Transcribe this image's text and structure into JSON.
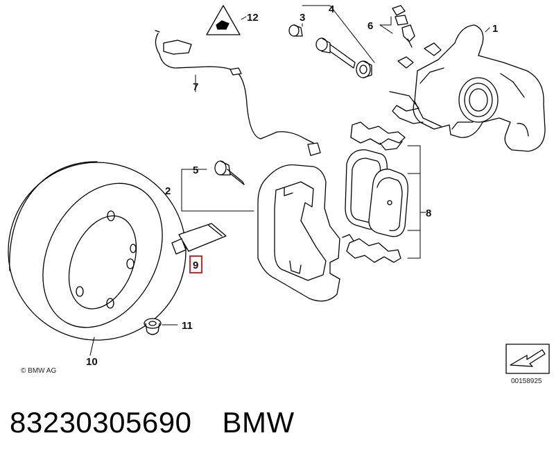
{
  "callouts": [
    "1",
    "2",
    "3",
    "4",
    "5",
    "6",
    "7",
    "8",
    "9",
    "10",
    "11",
    "12"
  ],
  "highlighted_callout": "9",
  "copyright": "© BMW AG",
  "diagram_code": "00158925",
  "footer": {
    "part_number": "83230305690",
    "brand": "BMW"
  },
  "colors": {
    "highlight": "#d8232a",
    "line": "#000000",
    "background": "#ffffff"
  }
}
